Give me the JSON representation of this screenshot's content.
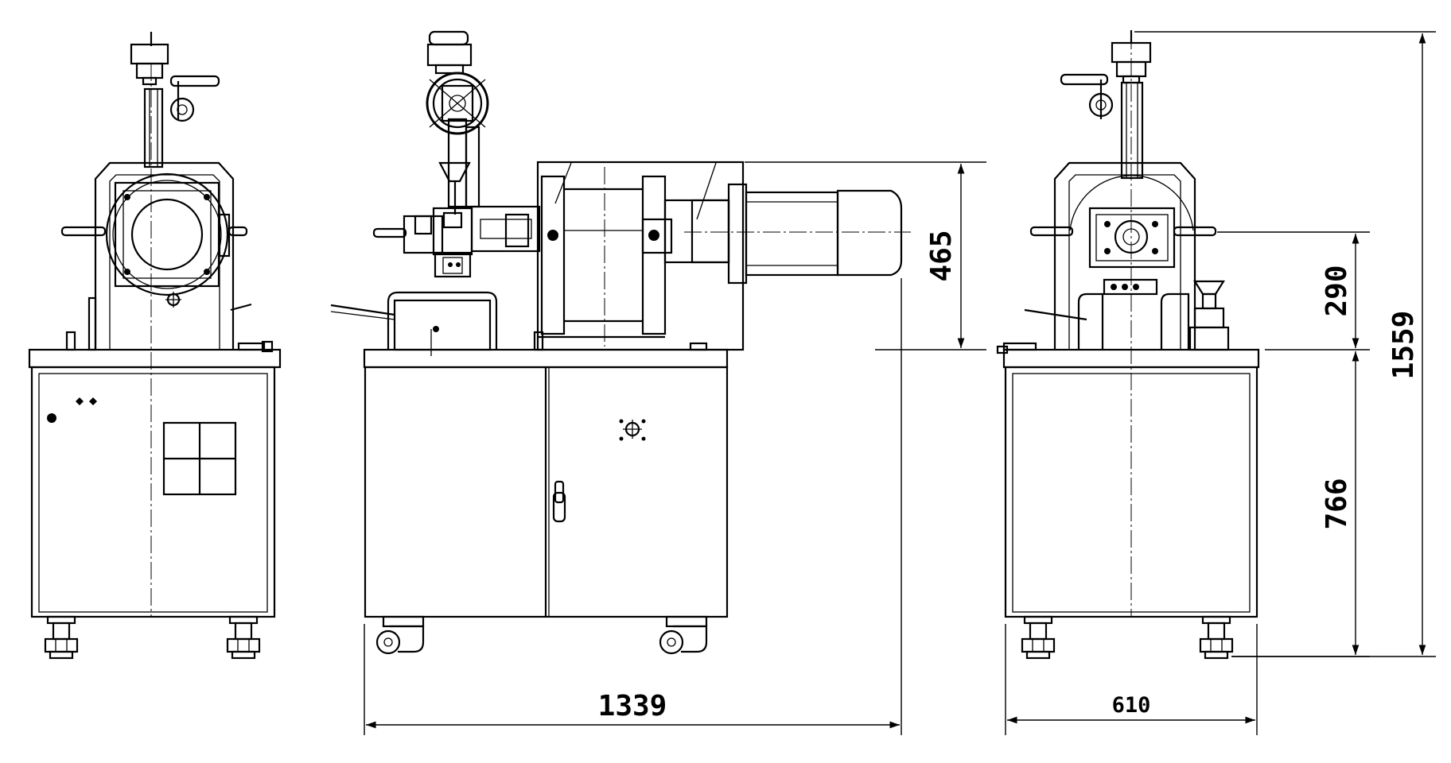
{
  "drawing": {
    "dimensions": {
      "side_length": "1339",
      "right_width": "610",
      "head_height": "465",
      "upper_height": "290",
      "total_height": "1559",
      "cabinet_height": "766"
    },
    "colors": {
      "line": "#000000",
      "background": "#ffffff"
    }
  }
}
